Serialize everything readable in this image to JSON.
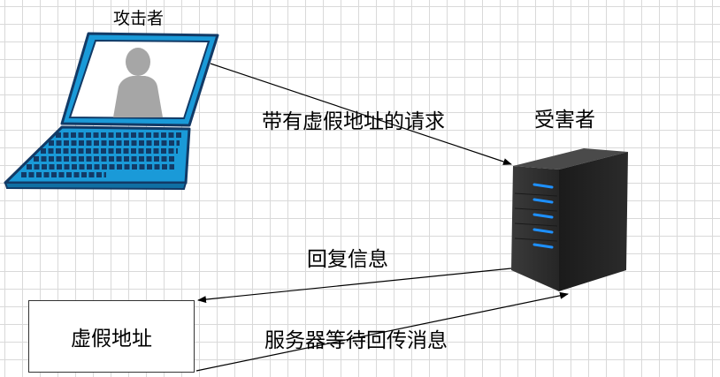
{
  "nodes": {
    "attacker": {
      "label": "攻击者",
      "icon": "laptop-icon"
    },
    "victim": {
      "label": "受害者",
      "icon": "server-icon"
    },
    "spoofed": {
      "label": "虚假地址"
    }
  },
  "edges": {
    "request": {
      "label": "带有虚假地址的请求",
      "from": "attacker",
      "to": "victim"
    },
    "reply": {
      "label": "回复信息",
      "from": "victim",
      "to": "spoofed"
    },
    "wait": {
      "label": "服务器等待回传消息",
      "from": "spoofed",
      "to": "victim"
    }
  },
  "colors": {
    "laptop_blue": "#1a9ad8",
    "laptop_dark": "#123a66",
    "server_body": "#2f2f2f",
    "server_led": "#1e90ff",
    "grid": "#d9d9d9"
  }
}
